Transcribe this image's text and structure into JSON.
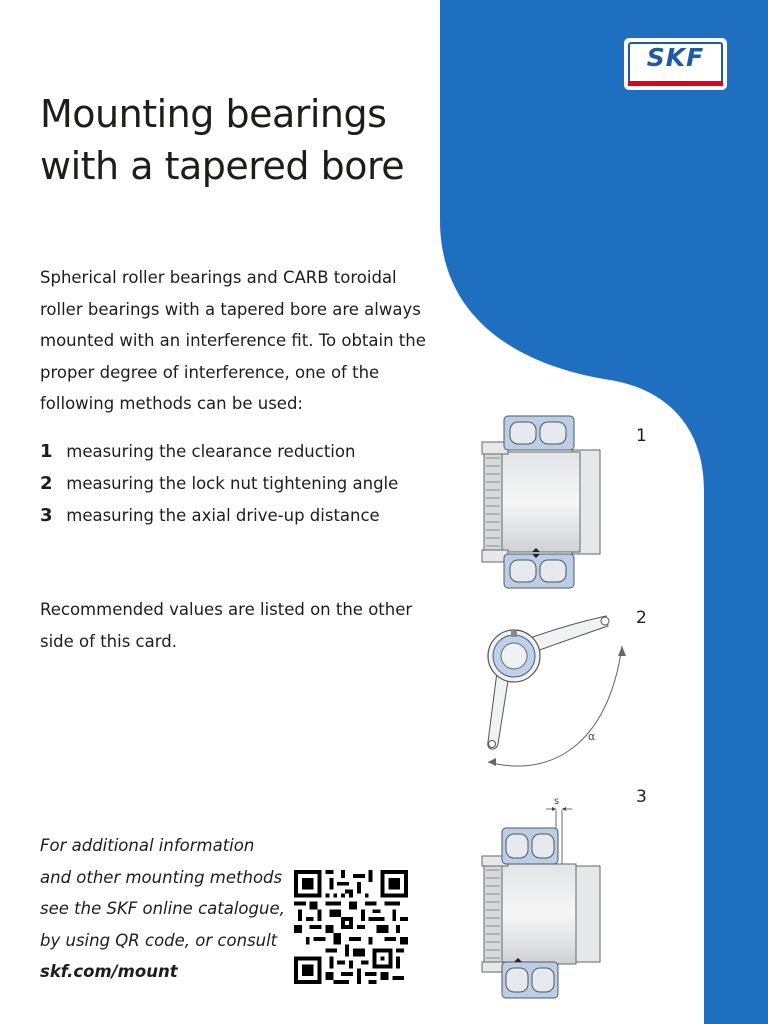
{
  "brand": {
    "logo_text": "SKF",
    "blue": "#1e6fbf",
    "red": "#e2001a"
  },
  "title": {
    "line1": "Mounting bearings",
    "line2": "with a tapered bore"
  },
  "intro": "Spherical roller bearings and CARB toroidal roller bearings with a tapered bore are always mounted with an interference fit. To obtain the proper degree of interference, one of the following methods can be used:",
  "methods": [
    {
      "num": "1",
      "label": "measuring the clearance reduction"
    },
    {
      "num": "2",
      "label": "measuring the lock nut tightening angle"
    },
    {
      "num": "3",
      "label": "measuring the axial drive-up distance"
    }
  ],
  "note": "Recommended values are listed on the other side of this card.",
  "more_info": {
    "line1": "For additional information",
    "line2": "and other mounting methods",
    "line3": "see the SKF online catalogue,",
    "line4": "by using QR code, or consult",
    "link": "skf.com/mount"
  },
  "figures": {
    "fig1_label": "1",
    "fig2_label": "2",
    "fig3_label": "3",
    "fig2_angle_symbol": "α",
    "fig3_distance_symbol": "s"
  }
}
